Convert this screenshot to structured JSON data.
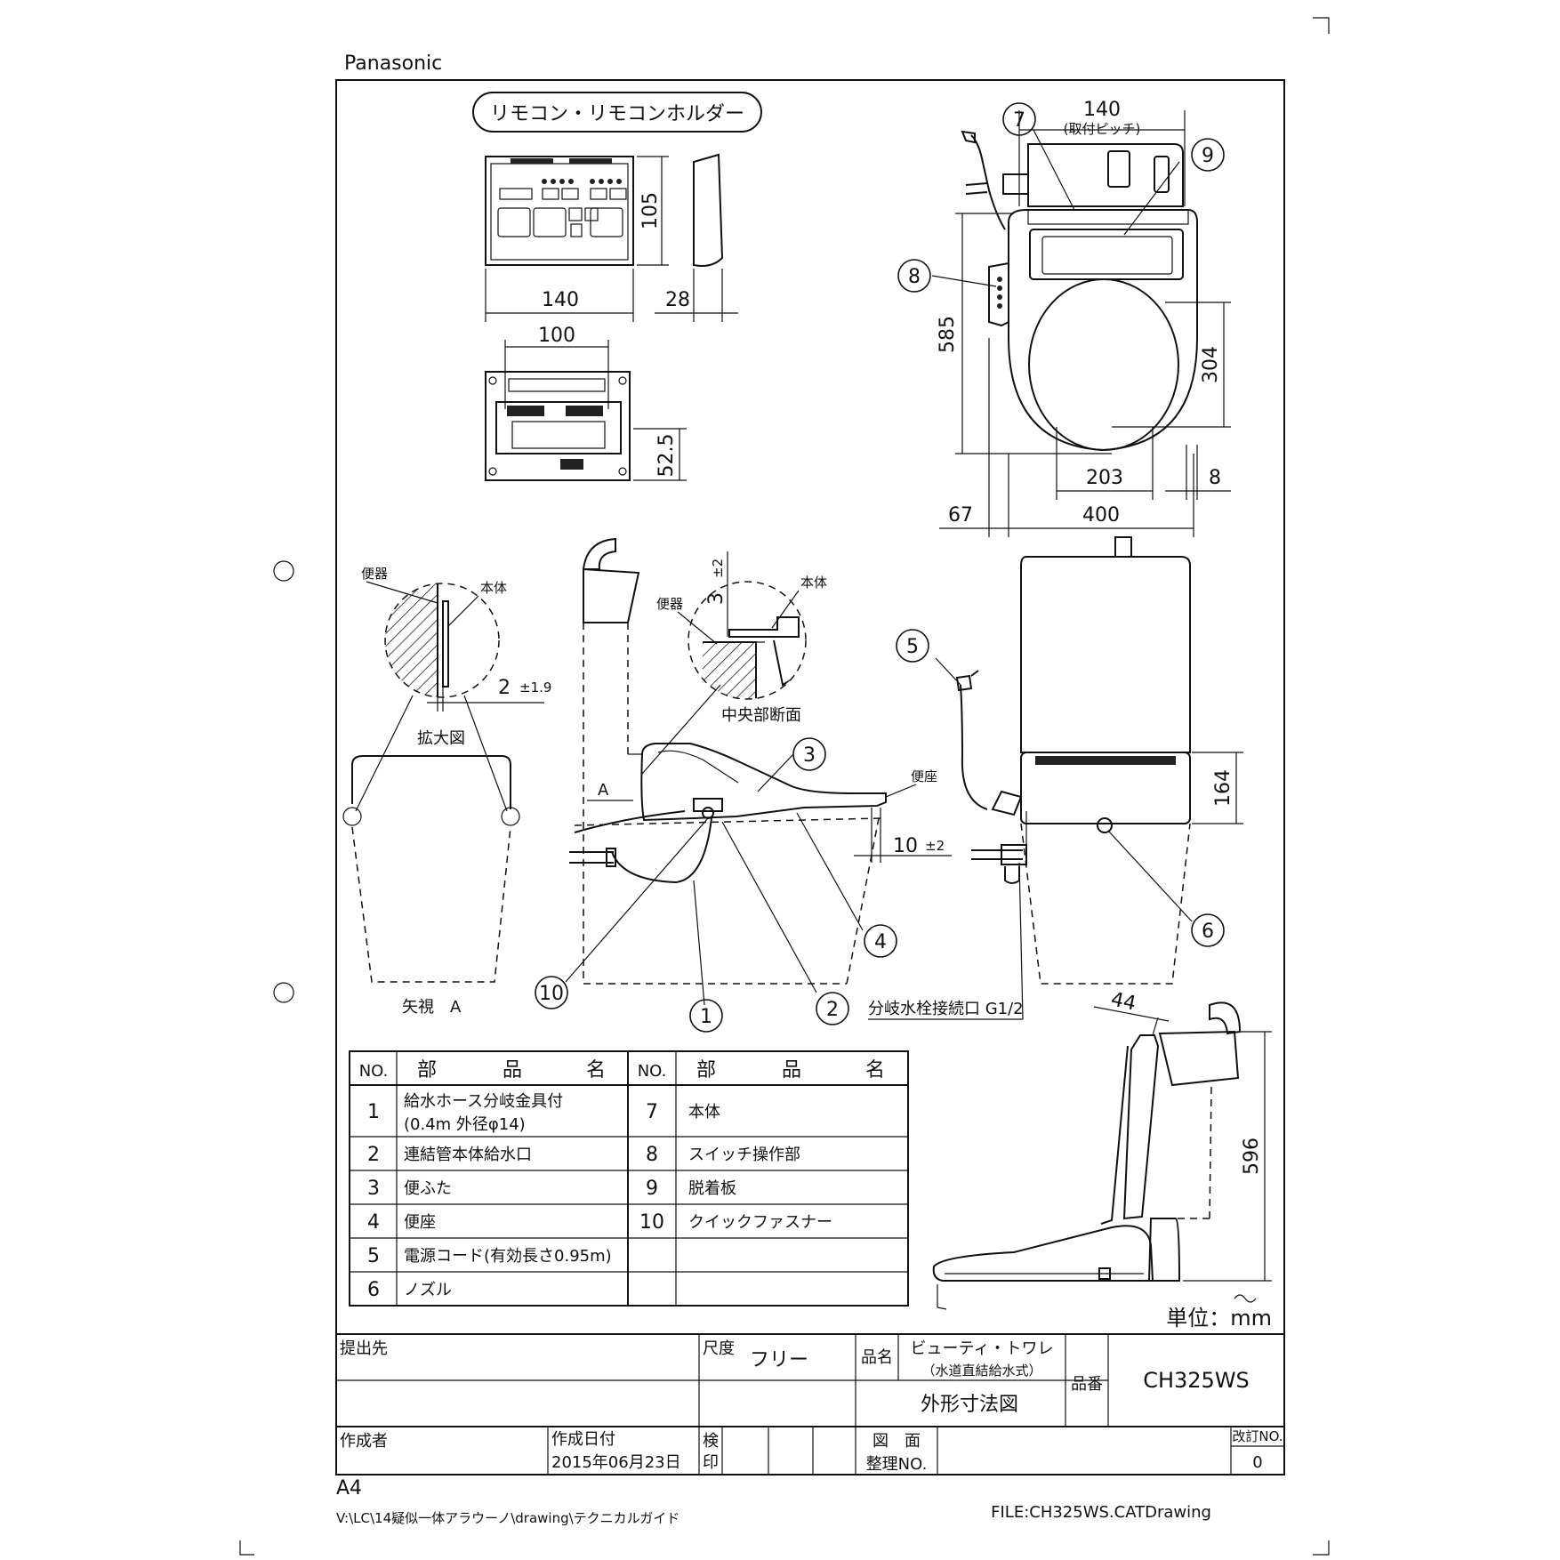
{
  "header": {
    "brand": "Panasonic",
    "remote_title": "リモコン・リモコンホルダー"
  },
  "dimensions": {
    "remote_height": "105",
    "remote_width": "140",
    "remote_depth": "28",
    "holder_pitch": "100",
    "holder_height": "52.5",
    "top_pitch": "140",
    "top_pitch_note": "(取付ピッチ)",
    "overall_length": "585",
    "seat_depth": "304",
    "seat_width": "203",
    "gap_right": "8",
    "offset_left": "67",
    "overall_width": "400",
    "side_tol": "±2",
    "side_dim": "3",
    "gap_tol": "±1.9",
    "gap_dim": "2",
    "seat_gap": "10",
    "seat_gap_tol": "±2",
    "front_height": "164",
    "lid_gap": "44",
    "lid_height": "596"
  },
  "labels": {
    "bowl1": "便器",
    "body1": "本体",
    "enlarged": "拡大図",
    "view_a": "矢視",
    "view_a_letter": "A",
    "arrow_a": "A",
    "bowl2": "便器",
    "body2": "本体",
    "center_section": "中央部断面",
    "seat_label": "便座",
    "valve": "分岐水栓接続口 G1/2",
    "unit": "単位：mm"
  },
  "callouts": [
    "1",
    "2",
    "3",
    "4",
    "5",
    "6",
    "7",
    "8",
    "9",
    "10"
  ],
  "parts_table": {
    "headers": {
      "no": "NO.",
      "name_chars": [
        "部",
        "品",
        "名"
      ]
    },
    "rows": [
      {
        "no1": "1",
        "name1a": "給水ホース分岐金具付",
        "name1b": "(0.4m 外径φ14)",
        "no2": "7",
        "name2": "本体"
      },
      {
        "no1": "2",
        "name1a": "連結管本体給水口",
        "name1b": "",
        "no2": "8",
        "name2": "スイッチ操作部"
      },
      {
        "no1": "3",
        "name1a": "便ふた",
        "name1b": "",
        "no2": "9",
        "name2": "脱着板"
      },
      {
        "no1": "4",
        "name1a": "便座",
        "name1b": "",
        "no2": "10",
        "name2": "クイックファスナー"
      },
      {
        "no1": "5",
        "name1a": "電源コード(有効長さ0.95m)",
        "name1b": "",
        "no2": "",
        "name2": ""
      },
      {
        "no1": "6",
        "name1a": "ノズル",
        "name1b": "",
        "no2": "",
        "name2": ""
      }
    ]
  },
  "title_block": {
    "submit_to": "提出先",
    "scale_label": "尺度",
    "scale_value": "フリー",
    "product_name_label": "品名",
    "product_name_1": "ビューティ・トワレ",
    "product_name_2": "（水道直結給水式）",
    "drawing_type": "外形寸法図",
    "product_no_label": "品番",
    "product_no": "CH325WS",
    "author_label": "作成者",
    "date_label": "作成日付",
    "date_value": "2015年06月23日",
    "check_label_1": "検",
    "check_label_2": "印",
    "drawing_no_label_1": "図　面",
    "drawing_no_label_2": "整理NO.",
    "revision_label": "改訂NO.",
    "revision_value": "0"
  },
  "footer": {
    "paper_size": "A4",
    "path": "V:\\LC\\14疑似一体アラウーノ\\drawing\\テクニカルガイド",
    "file": "FILE:CH325WS.CATDrawing"
  }
}
